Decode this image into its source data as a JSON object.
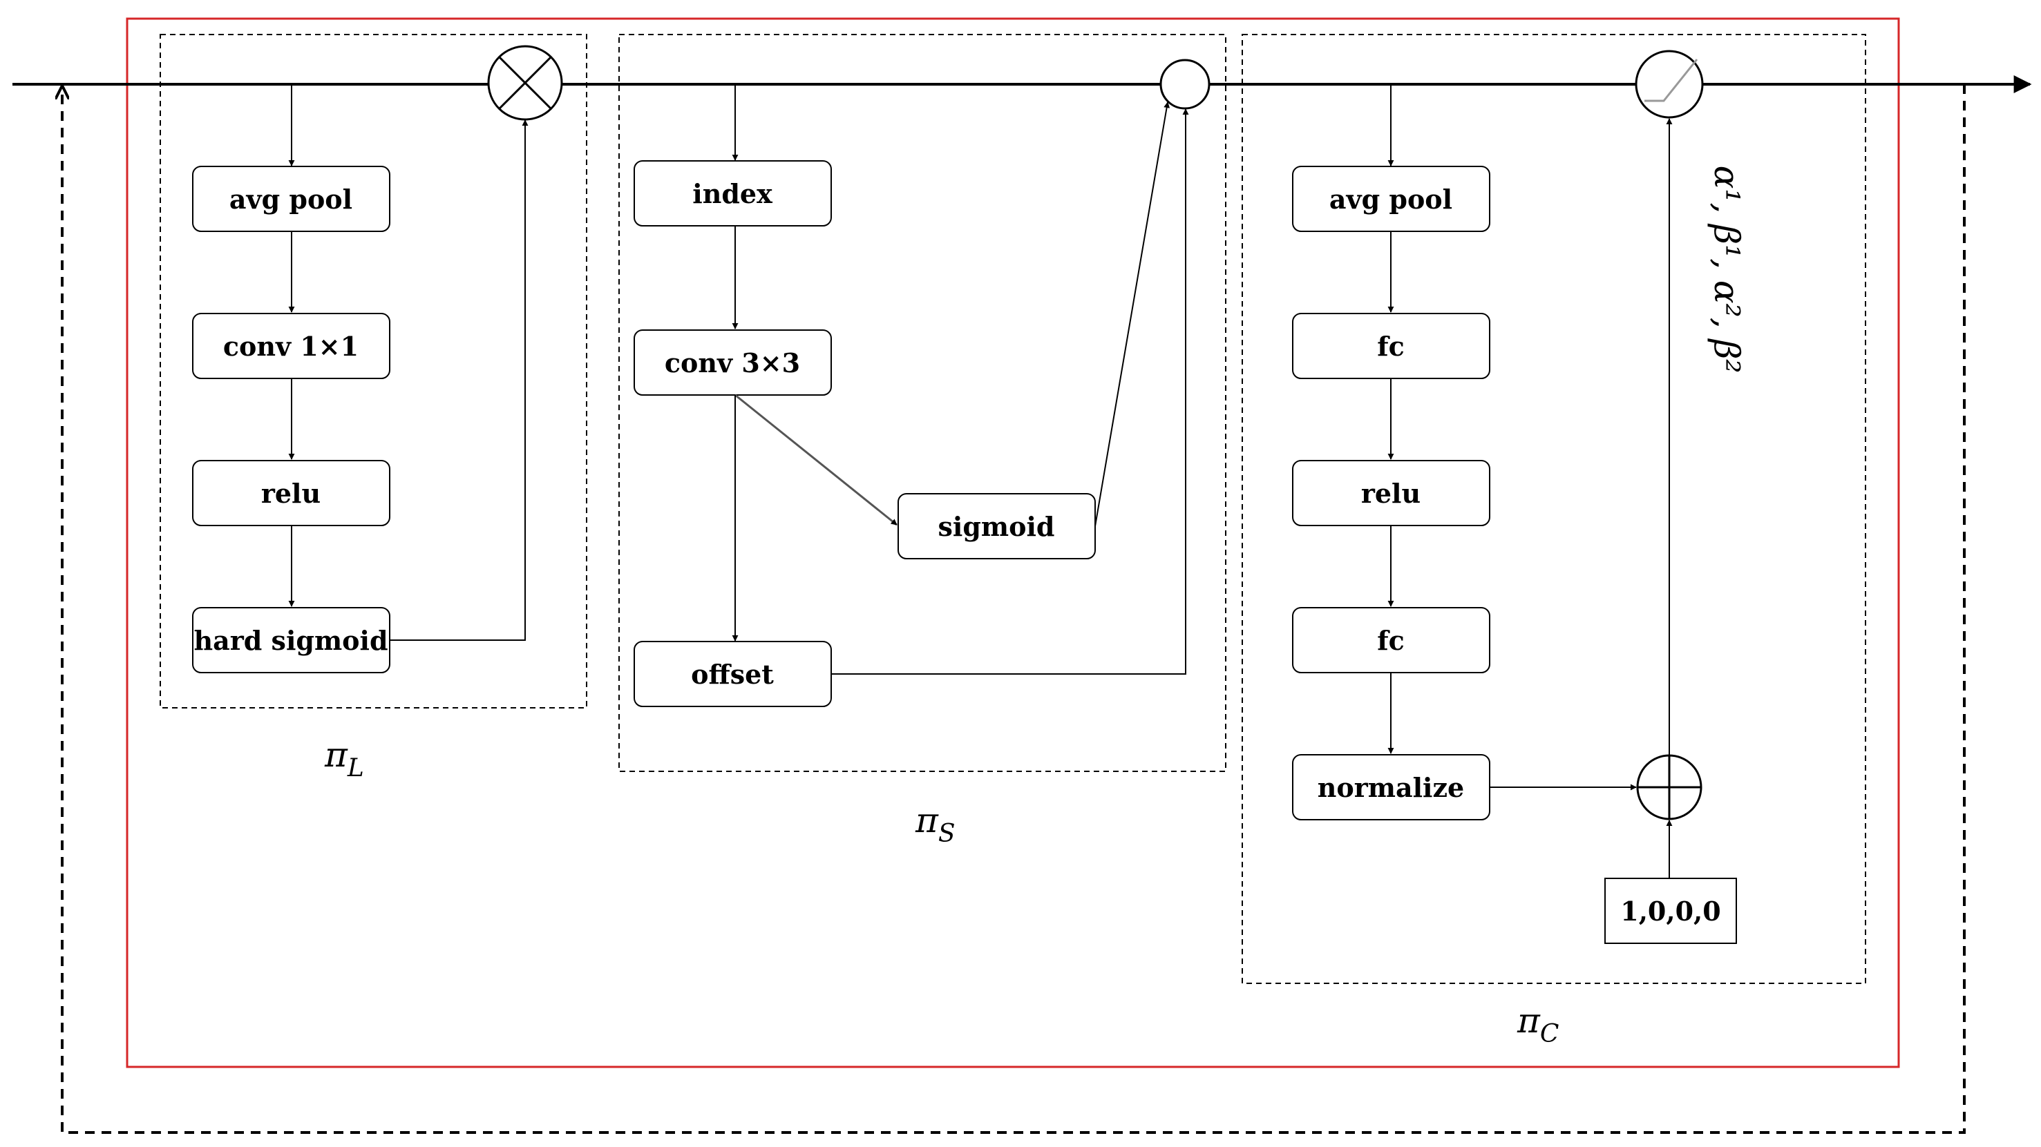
{
  "colors": {
    "outer_frame": "#d62728",
    "stroke": "#000000"
  },
  "pi_L": {
    "label": "π",
    "label_sub": "L",
    "nodes": {
      "avg_pool": "avg pool",
      "conv": "conv 1×1",
      "relu": "relu",
      "hard_sigmoid": "hard sigmoid"
    }
  },
  "pi_S": {
    "label": "π",
    "label_sub": "S",
    "nodes": {
      "index": "index",
      "conv": "conv 3×3",
      "sigmoid": "sigmoid",
      "offset": "offset"
    }
  },
  "pi_C": {
    "label": "π",
    "label_sub": "C",
    "nodes": {
      "avg_pool": "avg pool",
      "fc1": "fc",
      "relu": "relu",
      "fc2": "fc",
      "normalize": "normalize",
      "init": "1,0,0,0"
    },
    "params": "α¹, β¹, α², β²"
  },
  "icons": {
    "multiply": "multiply-circle-icon",
    "combine": "circle-icon",
    "activation": "activation-curve-icon",
    "add": "plus-circle-icon"
  }
}
